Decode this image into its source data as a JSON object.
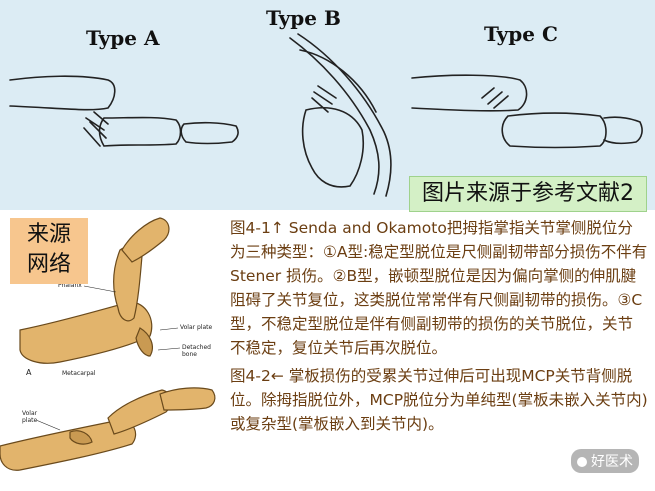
{
  "top_diagram": {
    "type_a": "Type A",
    "type_b": "Type B",
    "type_c": "Type C",
    "caption": "图片来源于参考文献2"
  },
  "source_box": {
    "line1": "来源",
    "line2": "网络"
  },
  "bone_labels": {
    "phalanx": "Phalanx",
    "volar_plate": "Volar plate",
    "detached_bone": "Detached bone",
    "label_a": "A",
    "metacarpal": "Metacarpal",
    "volar_plate_2": "Volar plate"
  },
  "text": {
    "para1": "图4-1↑  Senda and Okamoto把拇指掌指关节掌侧脱位分为三种类型：①A型:稳定型脱位是尺侧副韧带部分损伤不伴有Stener 损伤。②B型，嵌顿型脱位是因为偏向掌侧的伸肌腱阻碍了关节复位，这类脱位常常伴有尺侧副韧带的损伤。③C型，不稳定型脱位是伴有侧副韧带的损伤的关节脱位，关节不稳定，复位关节后再次脱位。",
    "para2": "图4-2←   掌板损伤的受累关节过伸后可出现MCP关节背侧脱位。除拇指脱位外，MCP脱位分为单纯型(掌板未嵌入关节内)或复杂型(掌板嵌入到关节内)。"
  },
  "watermark": "好医术"
}
